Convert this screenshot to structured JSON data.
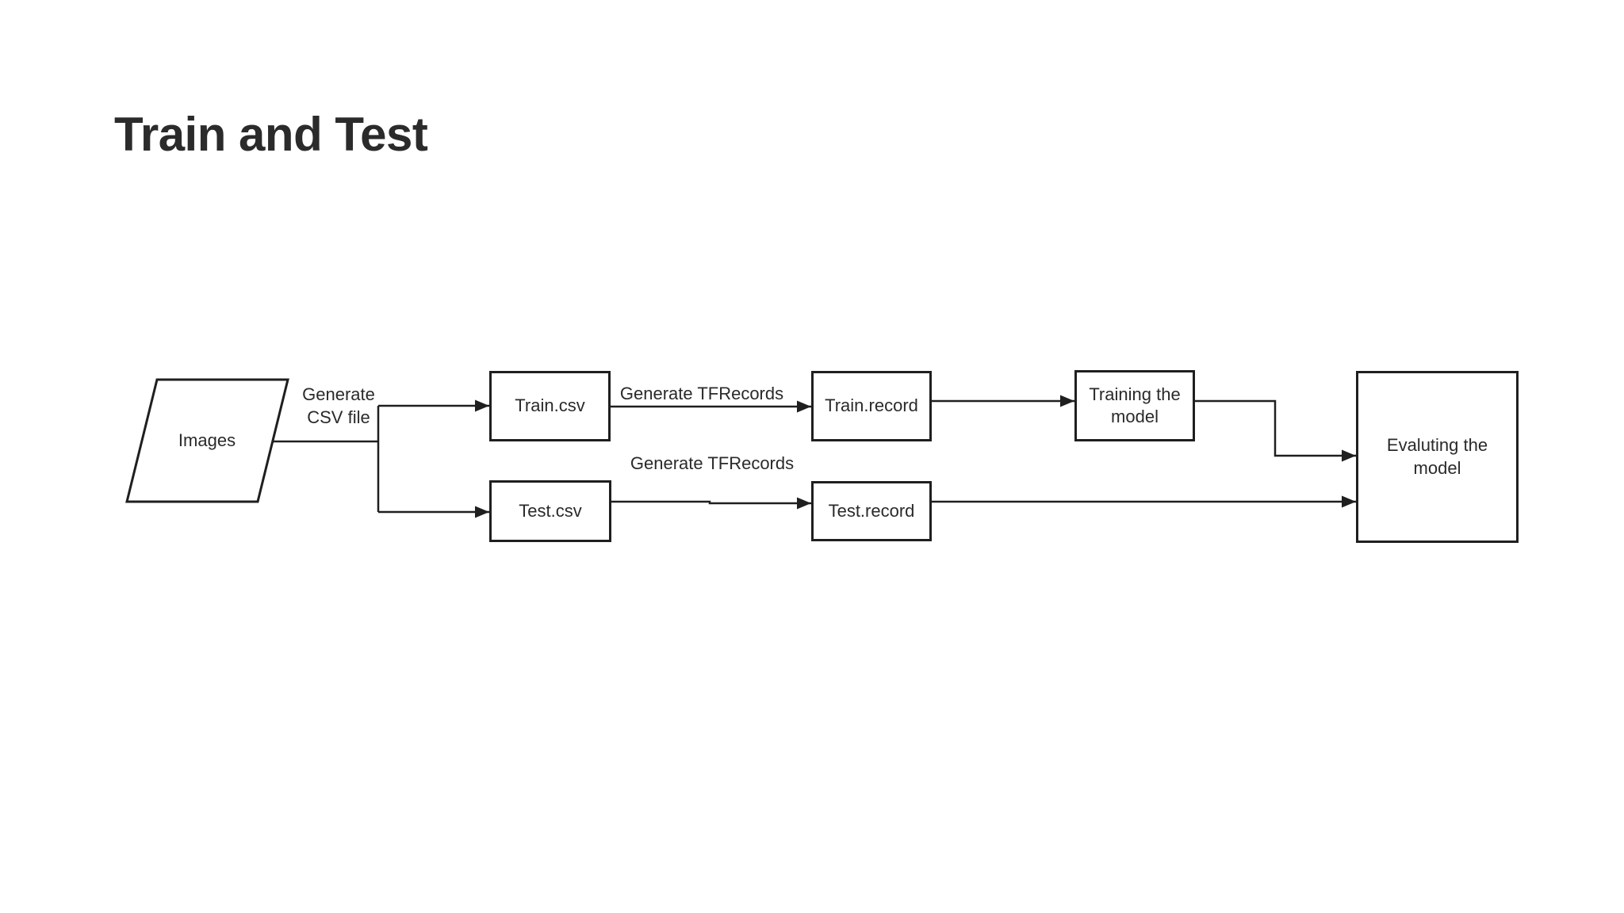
{
  "slide": {
    "title": "Train and Test"
  },
  "diagram": {
    "type": "flowchart",
    "nodes": {
      "images": {
        "label": "Images",
        "shape": "parallelogram"
      },
      "train_csv": {
        "label": "Train.csv",
        "shape": "rect"
      },
      "test_csv": {
        "label": "Test.csv",
        "shape": "rect"
      },
      "train_record": {
        "label": "Train.record",
        "shape": "rect"
      },
      "test_record": {
        "label": "Test.record",
        "shape": "rect"
      },
      "training_model": {
        "label": "Training the model",
        "shape": "rect"
      },
      "evaluating_model": {
        "label": "Evaluting the model",
        "shape": "rect"
      }
    },
    "edge_labels": {
      "generate_csv": "Generate CSV file",
      "generate_tfrecords_train": "Generate TFRecords",
      "generate_tfrecords_test": "Generate TFRecords"
    },
    "edges": [
      {
        "from": "images",
        "to": "train_csv",
        "label": "Generate CSV file"
      },
      {
        "from": "images",
        "to": "test_csv",
        "label": "Generate CSV file"
      },
      {
        "from": "train_csv",
        "to": "train_record",
        "label": "Generate TFRecords"
      },
      {
        "from": "test_csv",
        "to": "test_record",
        "label": "Generate TFRecords"
      },
      {
        "from": "train_record",
        "to": "training_model",
        "label": ""
      },
      {
        "from": "training_model",
        "to": "evaluating_model",
        "label": ""
      },
      {
        "from": "test_record",
        "to": "evaluating_model",
        "label": ""
      }
    ],
    "colors": {
      "stroke": "#1f1f1f",
      "text": "#2a2a2a",
      "title": "#2b2b2b",
      "background": "#ffffff"
    }
  }
}
